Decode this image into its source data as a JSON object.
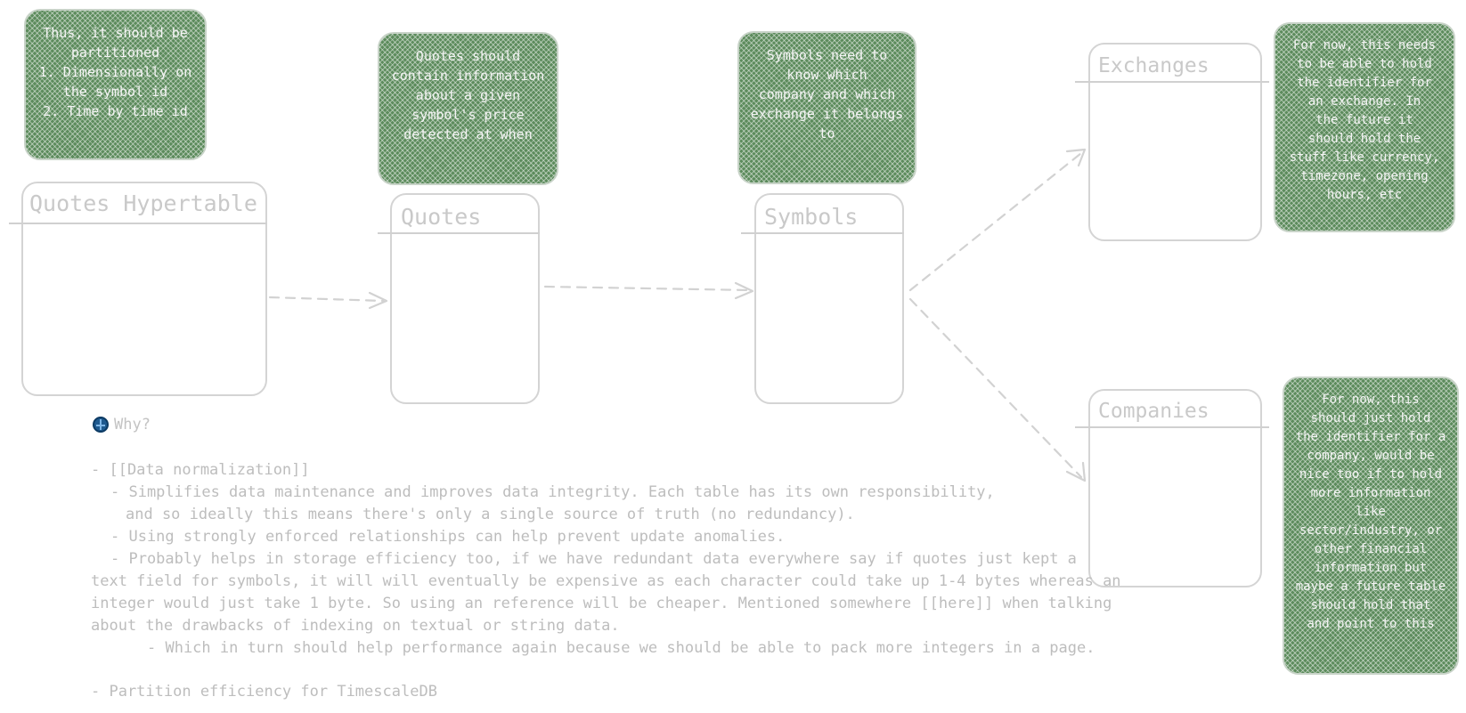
{
  "notes": {
    "hypertable": "Thus, it should be\npartitioned\n1. Dimensionally on\nthe symbol id\n2. Time by time id",
    "quotes": "Quotes should\ncontain information\nabout a given\nsymbol's price\ndetected at when",
    "symbols": "Symbols need to\nknow which\ncompany and which\nexchange it belongs\nto",
    "exchanges": "For now, this needs\nto be able to hold\nthe identifier for\nan exchange. In\nthe future it\nshould hold the\nstuff like currency,\ntimezone, opening\nhours, etc",
    "companies": "For now, this\nshould just hold\nthe identifier for a\ncompany, would be\nnice too if to hold\nmore information\nlike\nsector/industry, or\nother financial\ninformation but\nmaybe a future table\nshould hold that\nand point to this"
  },
  "tables": {
    "hypertable": "Quotes Hypertable",
    "quotes": "Quotes",
    "symbols": "Symbols",
    "exchanges": "Exchanges",
    "companies": "Companies"
  },
  "why": {
    "heading": "Why?",
    "lines": [
      "- [[Data normalization]]",
      "- Simplifies data maintenance and improves data integrity. Each table has its own responsibility,",
      "and so ideally this means there's only a single source of truth (no redundancy).",
      "- Using strongly enforced relationships can help prevent update anomalies.",
      "- Probably helps in storage efficiency too, if we have redundant data everywhere say if quotes just kept a",
      "text field for symbols, it will will eventually be expensive as each character could take up 1-4 bytes whereas an",
      "integer would just take 1 byte. So using an reference will be cheaper. Mentioned somewhere [[here]] when talking",
      "about the drawbacks of indexing on textual or string data.",
      "- Which in turn should help performance again because we should be able to pack more integers in a page.",
      "- Partition efficiency for TimescaleDB"
    ]
  }
}
